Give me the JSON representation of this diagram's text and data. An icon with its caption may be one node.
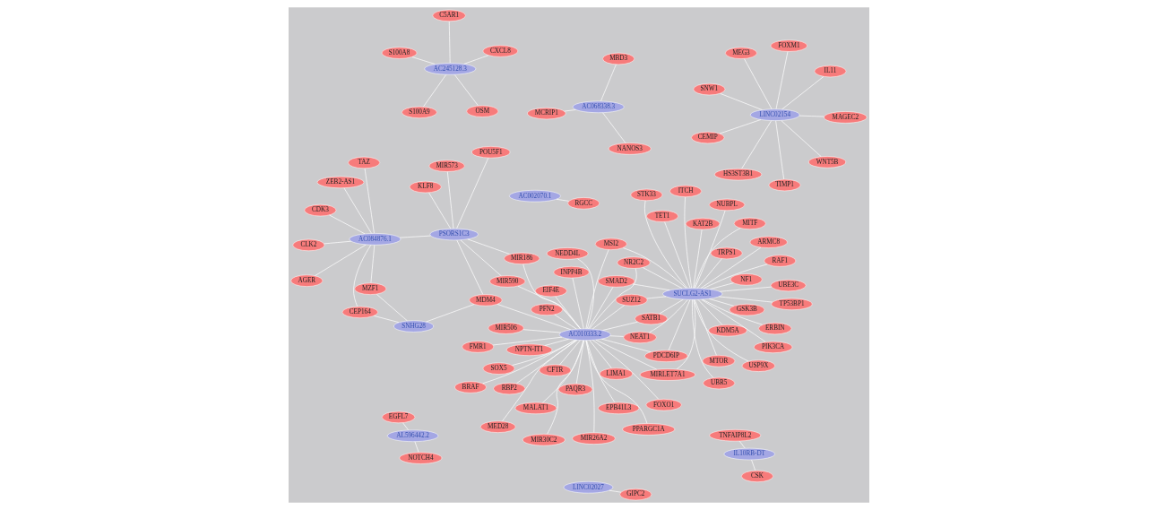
{
  "diagram": {
    "nodes": [
      {
        "text": [
          "FMR1"
        ]
      },
      {
        "text": [
          "EPB41L3"
        ]
      },
      {
        "text": [
          "MED28"
        ]
      },
      {
        "text": [
          "EIF4E"
        ]
      },
      {
        "text": [
          "PAQR3"
        ]
      },
      {
        "text": [
          "PFN2"
        ]
      },
      {
        "text": [
          "BRAF"
        ]
      },
      {
        "text": [
          "PPARGC1A"
        ]
      },
      {
        "text": [
          "RBP2"
        ]
      },
      {
        "text": [
          "MIR30C2"
        ]
      },
      {
        "text": [
          "MALAT1"
        ]
      },
      {
        "text": [
          "AC010333.2"
        ]
      },
      {
        "text": [
          "FOXO1"
        ]
      },
      {
        "text": [
          "LIMA1"
        ]
      },
      {
        "text": [
          "INPP4B"
        ]
      },
      {
        "text": [
          "MIR590"
        ]
      },
      {
        "text": [
          "MIR26A2"
        ]
      },
      {
        "text": [
          "MSI2"
        ]
      },
      {
        "text": [
          "SMAD2"
        ]
      },
      {
        "text": [
          "MIR506"
        ]
      },
      {
        "text": [
          "NPTN-IT1"
        ]
      },
      {
        "text": [
          "SOX5"
        ]
      },
      {
        "text": [
          "CFTR"
        ]
      },
      {
        "text": [
          "NEDD4L"
        ]
      },
      {
        "text": [
          "NR2C2"
        ]
      },
      {
        "text": [
          "MIRLET7A1"
        ]
      },
      {
        "text": [
          "SATB1"
        ]
      },
      {
        "text": [
          "SUZ12"
        ]
      },
      {
        "text": [
          "NEAT1"
        ]
      },
      {
        "text": [
          "PDCD6IP"
        ]
      },
      {
        "text": [
          "MITF"
        ]
      },
      {
        "text": [
          "GSK3B"
        ]
      },
      {
        "text": [
          "UBR5"
        ]
      },
      {
        "text": [
          "KAT2B"
        ]
      },
      {
        "text": [
          "ARMC8"
        ]
      },
      {
        "text": [
          "MTOR"
        ]
      },
      {
        "text": [
          "NF1"
        ]
      },
      {
        "text": [
          "SUCLG2-AS1"
        ]
      },
      {
        "text": [
          "STK33"
        ]
      },
      {
        "text": [
          "TET1"
        ]
      },
      {
        "text": [
          "NUBPL"
        ]
      },
      {
        "text": [
          "ITCH"
        ]
      },
      {
        "text": [
          "TRPS1"
        ]
      },
      {
        "text": [
          "RAF1"
        ]
      },
      {
        "text": [
          "ERBIN"
        ]
      },
      {
        "text": [
          "KDM5A"
        ]
      },
      {
        "text": [
          "PIK3CA"
        ]
      },
      {
        "text": [
          "USP9X"
        ]
      },
      {
        "text": [
          "UBE3C"
        ]
      },
      {
        "text": [
          "TP53BP1"
        ]
      },
      {
        "text": [
          "KLF8"
        ]
      },
      {
        "text": [
          "POU5F1"
        ]
      },
      {
        "text": [
          "MIR573"
        ]
      },
      {
        "text": [
          "PSORS1C3"
        ]
      },
      {
        "text": [
          "MIR186"
        ]
      },
      {
        "text": [
          "MDM4"
        ]
      },
      {
        "text": [
          "AGER"
        ]
      },
      {
        "text": [
          "CLK2"
        ]
      },
      {
        "text": [
          "TAZ"
        ]
      },
      {
        "text": [
          "AC084876.1"
        ]
      },
      {
        "text": [
          "CEP164"
        ]
      },
      {
        "text": [
          "CDK3"
        ]
      },
      {
        "text": [
          "SNHG28"
        ]
      },
      {
        "text": [
          "ZEB2-AS1"
        ]
      },
      {
        "text": [
          "MZF1"
        ]
      },
      {
        "text": [
          "MCRIP1"
        ]
      },
      {
        "text": [
          "AC068338.3"
        ]
      },
      {
        "text": [
          "NANOS3"
        ]
      },
      {
        "text": [
          "MBD3"
        ]
      },
      {
        "text": [
          "EGFL7"
        ]
      },
      {
        "text": [
          "AL596442.2"
        ]
      },
      {
        "text": [
          "NOTCH4"
        ]
      },
      {
        "text": [
          "TNFAIP8L2"
        ]
      },
      {
        "text": [
          "IL10RB-DT"
        ]
      },
      {
        "text": [
          "CSK"
        ]
      },
      {
        "text": [
          "SNW1"
        ]
      },
      {
        "text": [
          "IL11"
        ]
      },
      {
        "text": [
          "TIMP1"
        ]
      },
      {
        "text": [
          "FOXM1"
        ]
      },
      {
        "text": [
          "LINC02154"
        ]
      },
      {
        "text": [
          "MEG3"
        ]
      },
      {
        "text": [
          "CEMIP"
        ]
      },
      {
        "text": [
          "MAGEC2"
        ]
      },
      {
        "text": [
          "HS3ST3B1"
        ]
      },
      {
        "text": [
          "WNT5B"
        ]
      },
      {
        "text": [
          "AC002070.1"
        ]
      },
      {
        "text": [
          "LINC02027"
        ]
      },
      {
        "text": [
          "S100A9"
        ]
      },
      {
        "text": [
          "OSM"
        ]
      },
      {
        "text": [
          "AC245128.3"
        ]
      },
      {
        "text": [
          "C5AR1"
        ]
      },
      {
        "text": [
          "RGCC"
        ]
      },
      {
        "text": [
          "GIPC2"
        ]
      },
      {
        "text": [
          "CXCL8"
        ]
      },
      {
        "text": [
          "S100A8"
        ]
      }
    ],
    "edges": [
      {
        "from": 11,
        "to": 0,
        "arrow": "none"
      },
      {
        "from": 11,
        "to": 1,
        "arrow": "none"
      },
      {
        "from": 11,
        "to": 2,
        "arrow": "none"
      },
      {
        "from": 11,
        "to": 3,
        "arrow": "none"
      },
      {
        "from": 11,
        "to": 4,
        "arrow": "none"
      },
      {
        "from": 11,
        "to": 5,
        "arrow": "none"
      },
      {
        "from": 11,
        "to": 6,
        "arrow": "none"
      },
      {
        "from": 11,
        "to": 7,
        "arrow": "none"
      },
      {
        "from": 11,
        "to": 8,
        "arrow": "none"
      },
      {
        "from": 11,
        "to": 9,
        "arrow": "none"
      },
      {
        "from": 11,
        "to": 10,
        "arrow": "none"
      },
      {
        "from": 11,
        "to": 12,
        "arrow": "none"
      },
      {
        "from": 11,
        "to": 13,
        "arrow": "none"
      },
      {
        "from": 11,
        "to": 14,
        "arrow": "none"
      },
      {
        "from": 11,
        "to": 15,
        "arrow": "none"
      },
      {
        "from": 11,
        "to": 16,
        "arrow": "none"
      },
      {
        "from": 11,
        "to": 17,
        "arrow": "none"
      },
      {
        "from": 11,
        "to": 18,
        "arrow": "none"
      },
      {
        "from": 11,
        "to": 19,
        "arrow": "none"
      },
      {
        "from": 11,
        "to": 20,
        "arrow": "none"
      },
      {
        "from": 11,
        "to": 21,
        "arrow": "none"
      },
      {
        "from": 11,
        "to": 22,
        "arrow": "none"
      },
      {
        "from": 11,
        "to": 23,
        "arrow": "none"
      },
      {
        "from": 11,
        "to": 24,
        "arrow": "none"
      },
      {
        "from": 11,
        "to": 25,
        "arrow": "none"
      },
      {
        "from": 11,
        "to": 26,
        "arrow": "none"
      },
      {
        "from": 11,
        "to": 27,
        "arrow": "none"
      },
      {
        "from": 11,
        "to": 28,
        "arrow": "none"
      },
      {
        "from": 11,
        "to": 29,
        "arrow": "none"
      },
      {
        "from": 11,
        "to": 54,
        "arrow": "none"
      },
      {
        "from": 11,
        "to": 55,
        "arrow": "none"
      },
      {
        "from": 37,
        "to": 30,
        "arrow": "none"
      },
      {
        "from": 37,
        "to": 31,
        "arrow": "none"
      },
      {
        "from": 37,
        "to": 32,
        "arrow": "none"
      },
      {
        "from": 37,
        "to": 33,
        "arrow": "none"
      },
      {
        "from": 37,
        "to": 34,
        "arrow": "none"
      },
      {
        "from": 37,
        "to": 35,
        "arrow": "none"
      },
      {
        "from": 37,
        "to": 36,
        "arrow": "none"
      },
      {
        "from": 37,
        "to": 38,
        "arrow": "none"
      },
      {
        "from": 37,
        "to": 39,
        "arrow": "none"
      },
      {
        "from": 37,
        "to": 40,
        "arrow": "none"
      },
      {
        "from": 37,
        "to": 41,
        "arrow": "none"
      },
      {
        "from": 37,
        "to": 42,
        "arrow": "none"
      },
      {
        "from": 37,
        "to": 43,
        "arrow": "none"
      },
      {
        "from": 37,
        "to": 44,
        "arrow": "none"
      },
      {
        "from": 37,
        "to": 45,
        "arrow": "none"
      },
      {
        "from": 37,
        "to": 46,
        "arrow": "none"
      },
      {
        "from": 37,
        "to": 47,
        "arrow": "none"
      },
      {
        "from": 37,
        "to": 48,
        "arrow": "none"
      },
      {
        "from": 37,
        "to": 49,
        "arrow": "none"
      },
      {
        "from": 37,
        "to": 17,
        "arrow": "none"
      },
      {
        "from": 37,
        "to": 18,
        "arrow": "none"
      },
      {
        "from": 37,
        "to": 24,
        "arrow": "none"
      },
      {
        "from": 37,
        "to": 25,
        "arrow": "none"
      },
      {
        "from": 37,
        "to": 26,
        "arrow": "none"
      },
      {
        "from": 37,
        "to": 27,
        "arrow": "none"
      },
      {
        "from": 37,
        "to": 28,
        "arrow": "none"
      },
      {
        "from": 37,
        "to": 29,
        "arrow": "none"
      },
      {
        "from": 53,
        "to": 15,
        "arrow": "none"
      },
      {
        "from": 53,
        "to": 50,
        "arrow": "none"
      },
      {
        "from": 53,
        "to": 51,
        "arrow": "none"
      },
      {
        "from": 53,
        "to": 52,
        "arrow": "none"
      },
      {
        "from": 53,
        "to": 54,
        "arrow": "none"
      },
      {
        "from": 53,
        "to": 55,
        "arrow": "none"
      },
      {
        "from": 53,
        "to": 59,
        "arrow": "none"
      },
      {
        "from": 59,
        "to": 56,
        "arrow": "none"
      },
      {
        "from": 59,
        "to": 57,
        "arrow": "none"
      },
      {
        "from": 59,
        "to": 58,
        "arrow": "none"
      },
      {
        "from": 59,
        "to": 60,
        "arrow": "none"
      },
      {
        "from": 59,
        "to": 61,
        "arrow": "none"
      },
      {
        "from": 59,
        "to": 63,
        "arrow": "none"
      },
      {
        "from": 59,
        "to": 64,
        "arrow": "none"
      },
      {
        "from": 62,
        "to": 60,
        "arrow": "none"
      },
      {
        "from": 62,
        "to": 55,
        "arrow": "none"
      },
      {
        "from": 62,
        "to": 64,
        "arrow": "none"
      },
      {
        "from": 66,
        "to": 65,
        "arrow": "none"
      },
      {
        "from": 66,
        "to": 67,
        "arrow": "none"
      },
      {
        "from": 66,
        "to": 68,
        "arrow": "none"
      },
      {
        "from": 70,
        "to": 69,
        "arrow": "none"
      },
      {
        "from": 70,
        "to": 71,
        "arrow": "none"
      },
      {
        "from": 73,
        "to": 72,
        "arrow": "none"
      },
      {
        "from": 73,
        "to": 74,
        "arrow": "none"
      },
      {
        "from": 79,
        "to": 75,
        "arrow": "none"
      },
      {
        "from": 79,
        "to": 76,
        "arrow": "none"
      },
      {
        "from": 79,
        "to": 77,
        "arrow": "none"
      },
      {
        "from": 79,
        "to": 78,
        "arrow": "none"
      },
      {
        "from": 79,
        "to": 80,
        "arrow": "none"
      },
      {
        "from": 79,
        "to": 81,
        "arrow": "none"
      },
      {
        "from": 79,
        "to": 82,
        "arrow": "none"
      },
      {
        "from": 79,
        "to": 83,
        "arrow": "none"
      },
      {
        "from": 79,
        "to": 84,
        "arrow": "none"
      },
      {
        "from": 85,
        "to": 91,
        "arrow": "none"
      },
      {
        "from": 86,
        "to": 92,
        "arrow": "none"
      },
      {
        "from": 89,
        "to": 87,
        "arrow": "none"
      },
      {
        "from": 89,
        "to": 88,
        "arrow": "none"
      },
      {
        "from": 89,
        "to": 90,
        "arrow": "none"
      },
      {
        "from": 89,
        "to": 93,
        "arrow": "none"
      },
      {
        "from": 89,
        "to": 94,
        "arrow": "none"
      }
    ]
  }
}
